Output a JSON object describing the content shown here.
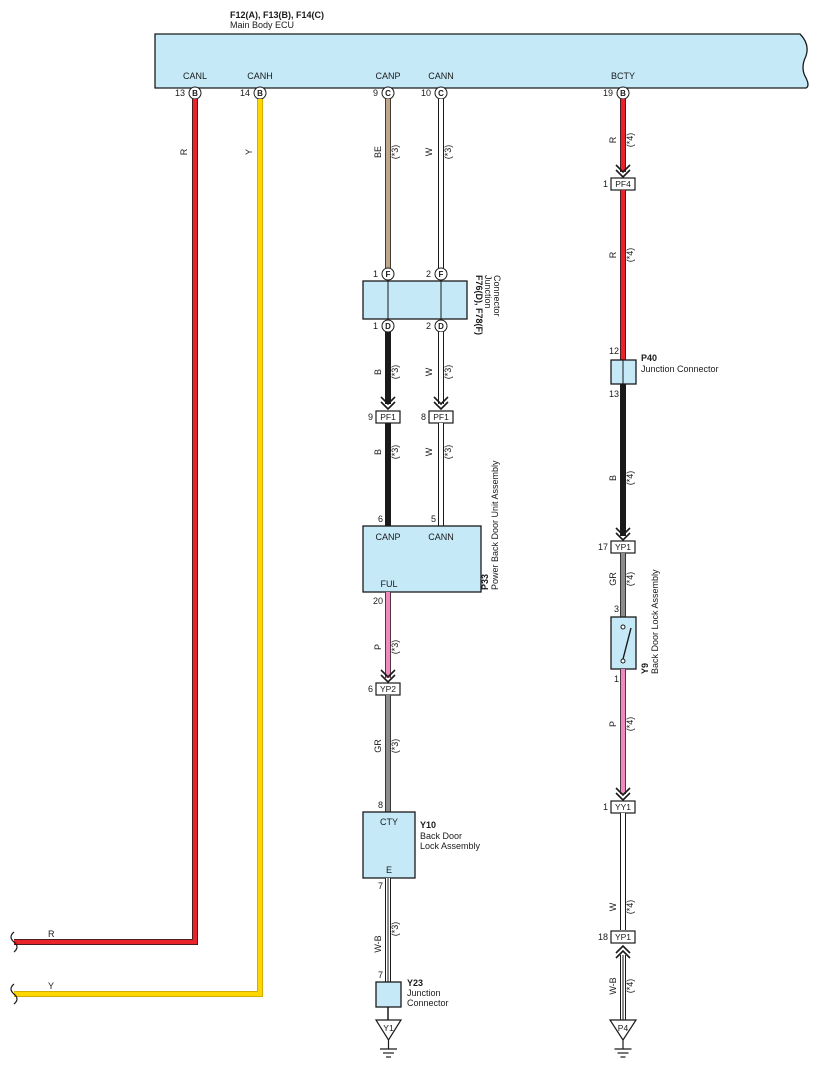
{
  "ecu": {
    "title": "F12(A), F13(B), F14(C)",
    "name": "Main Body ECU",
    "pins": [
      {
        "label": "CANL",
        "num": "13",
        "conn": "B"
      },
      {
        "label": "CANH",
        "num": "14",
        "conn": "B"
      },
      {
        "label": "CANP",
        "num": "9",
        "conn": "C"
      },
      {
        "label": "CANN",
        "num": "10",
        "conn": "C"
      },
      {
        "label": "BCTY",
        "num": "19",
        "conn": "B"
      }
    ]
  },
  "wires": {
    "w_canl": {
      "color": "R"
    },
    "w_canh": {
      "color": "Y"
    },
    "w_canp1": {
      "color": "BE",
      "note": "(*3)"
    },
    "w_cann1": {
      "color": "W",
      "note": "(*3)"
    },
    "w_canp2": {
      "color": "B",
      "note": "(*3)"
    },
    "w_cann2": {
      "color": "W",
      "note": "(*3)"
    },
    "w_canp3": {
      "color": "B",
      "note": "(*3)"
    },
    "w_cann3": {
      "color": "W",
      "note": "(*3)"
    },
    "w_ful1": {
      "color": "P",
      "note": "(*3)"
    },
    "w_cty": {
      "color": "GR",
      "note": "(*3)"
    },
    "w_e": {
      "color": "W-B",
      "note": "(*3)"
    },
    "w_bcty1": {
      "color": "R",
      "note": "(*4)"
    },
    "w_bcty2": {
      "color": "R",
      "note": "(*4)"
    },
    "w_bcty3": {
      "color": "B",
      "note": "(*4)"
    },
    "w_bcty4": {
      "color": "GR",
      "note": "(*4)"
    },
    "w_bcty5": {
      "color": "P",
      "note": "(*4)"
    },
    "w_bcty6": {
      "color": "W",
      "note": "(*4)"
    },
    "w_bcty7": {
      "color": "W-B",
      "note": "(*4)"
    },
    "w_bottom_r": {
      "color": "R"
    },
    "w_bottom_y": {
      "color": "Y"
    }
  },
  "junction_f76": {
    "title": "F76(D), F78(F)",
    "line1": "Junction",
    "line2": "Connector",
    "top_pins": [
      {
        "num": "1",
        "conn": "F"
      },
      {
        "num": "2",
        "conn": "F"
      }
    ],
    "bottom_pins": [
      {
        "num": "1",
        "conn": "D"
      },
      {
        "num": "2",
        "conn": "D"
      }
    ]
  },
  "connectors": {
    "pf1_a": {
      "code": "PF1",
      "pin": "9"
    },
    "pf1_b": {
      "code": "PF1",
      "pin": "8"
    },
    "pf4": {
      "code": "PF4",
      "pin": "1"
    },
    "yp2": {
      "code": "YP2",
      "pin": "6"
    },
    "yp1_a": {
      "code": "YP1",
      "pin": "17"
    },
    "yy1": {
      "code": "YY1",
      "pin": "1"
    },
    "yp1_b": {
      "code": "YP1",
      "pin": "18"
    }
  },
  "p33": {
    "code": "P33",
    "name": "Power Back Door Unit Assembly",
    "pin_canp": "CANP",
    "pin_cann": "CANN",
    "pin_ful": "FUL",
    "num_canp": "6",
    "num_cann": "5",
    "num_ful": "20"
  },
  "p40": {
    "code": "P40",
    "name": "Junction Connector",
    "pin_top": "12",
    "pin_bottom": "13"
  },
  "y9": {
    "code": "Y9",
    "name": "Back Door Lock Assembly",
    "pin_top": "3",
    "pin_bottom": "1"
  },
  "y10": {
    "code": "Y10",
    "line1": "Back Door",
    "line2": "Lock Assembly",
    "pin_cty": "CTY",
    "pin_e": "E",
    "num_cty": "8",
    "num_e": "7"
  },
  "y23": {
    "code": "Y23",
    "line1": "Junction",
    "line2": "Connector",
    "pin": "7"
  },
  "grounds": {
    "left": "Y1",
    "right": "P4"
  },
  "colors": {
    "box_fill": "#c6e9f8",
    "red": "#e8232a",
    "yellow": "#ffd700",
    "beige": "#bfa58a",
    "black": "#1a1a1a",
    "gray": "#8c8c8c",
    "pink": "#ef8abf"
  }
}
